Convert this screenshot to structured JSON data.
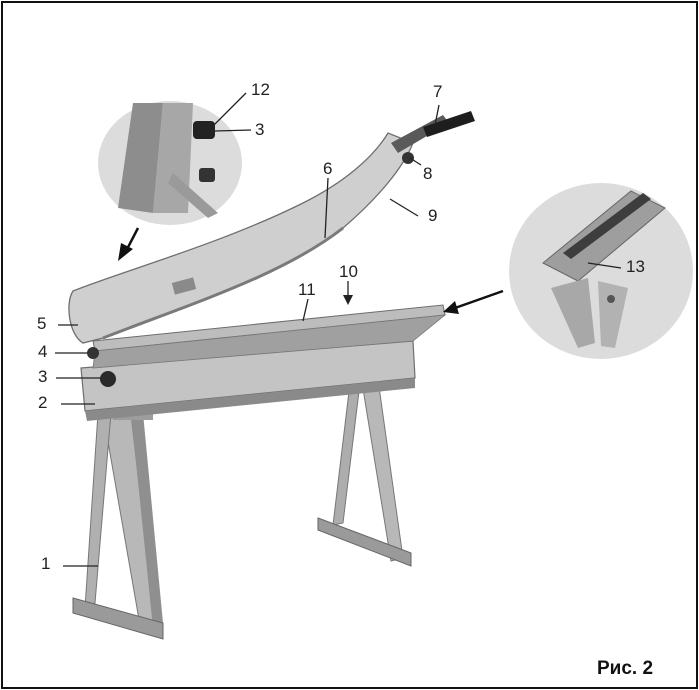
{
  "figure": {
    "caption": "Рис. 2",
    "callouts": [
      "1",
      "2",
      "3",
      "4",
      "5",
      "6",
      "7",
      "8",
      "9",
      "10",
      "11",
      "12",
      "3",
      "13"
    ]
  },
  "colors": {
    "metal_light": "#c9c9c9",
    "metal_mid": "#a9a9a9",
    "metal_dark": "#6e6e6e",
    "handle": "#1e1e1e",
    "inset_bg": "#dcdcdc"
  }
}
